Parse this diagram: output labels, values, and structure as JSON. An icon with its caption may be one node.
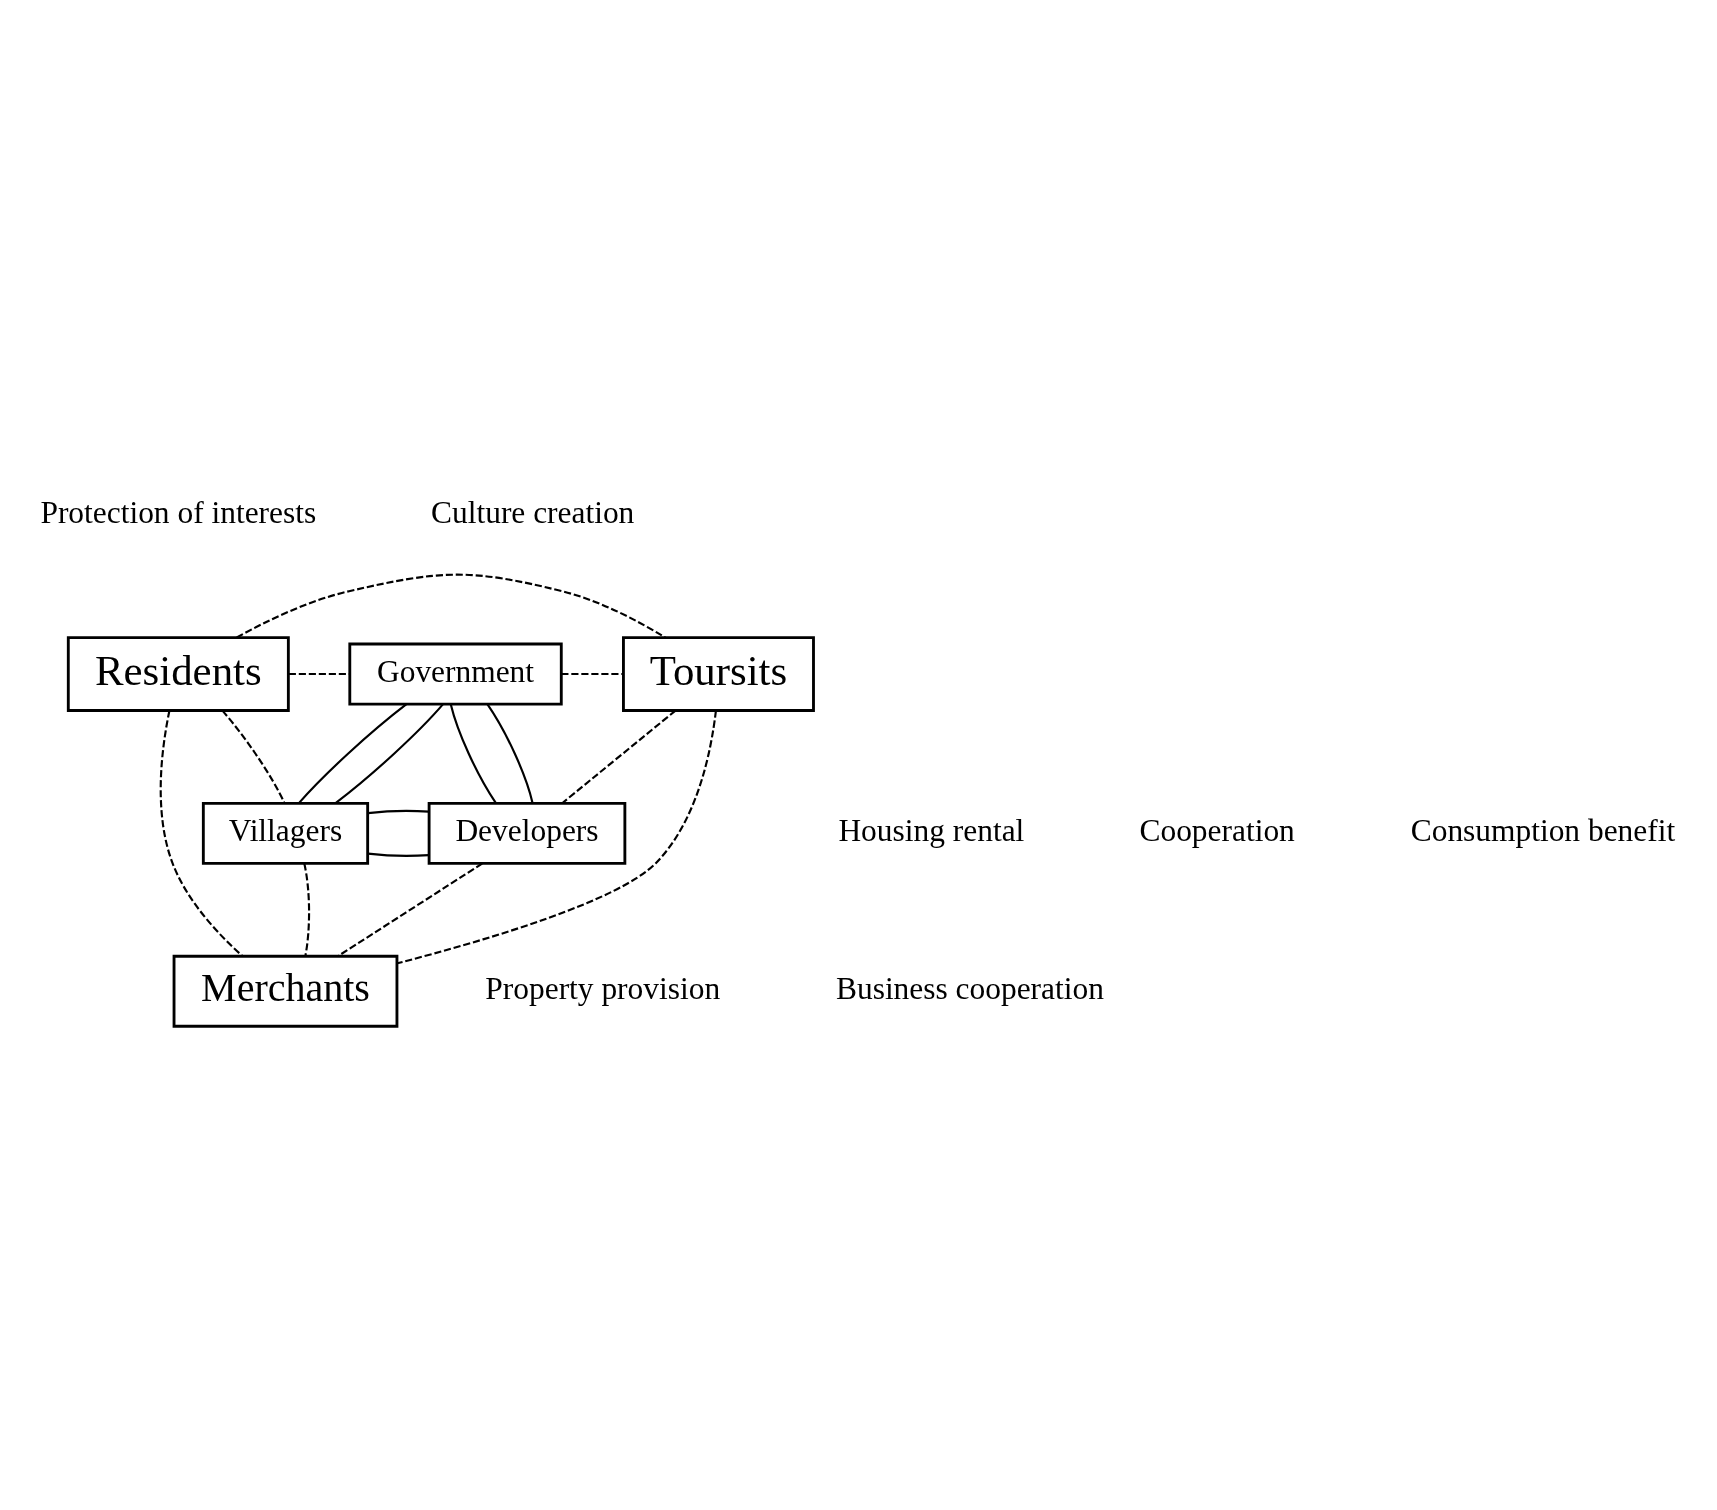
{
  "diagram": {
    "nodes": [
      {
        "text": [
          "Residents"
        ]
      },
      {
        "text": [
          "Government"
        ]
      },
      {
        "text": [
          "Toursits"
        ]
      },
      {
        "text": [
          "Villagers"
        ]
      },
      {
        "text": [
          "Developers"
        ]
      },
      {
        "text": [
          "Merchants"
        ]
      }
    ],
    "edges": [
      {
        "from": 0,
        "to": 1,
        "arrow": "none",
        "style": "dashed"
      },
      {
        "from": 1,
        "to": 2,
        "arrow": "none",
        "style": "dashed"
      },
      {
        "from": 0,
        "to": 3,
        "arrow": "none",
        "style": "dashed"
      },
      {
        "from": 2,
        "to": 4,
        "arrow": "none",
        "style": "dashed"
      },
      {
        "from": 3,
        "to": 5,
        "arrow": "none",
        "style": "dashed"
      },
      {
        "from": 4,
        "to": 5,
        "arrow": "none",
        "style": "dashed"
      },
      {
        "from": 0,
        "to": 2,
        "arrow": "none",
        "style": "dashed"
      },
      {
        "from": 0,
        "to": 5,
        "arrow": "none",
        "style": "dashed"
      },
      {
        "from": 2,
        "to": 5,
        "arrow": "none",
        "style": "dashed"
      },
      {
        "from": 1,
        "to": 3,
        "arrow": "none"
      },
      {
        "from": 1,
        "to": 4,
        "arrow": "none"
      },
      {
        "from": 3,
        "to": 4,
        "arrow": "none"
      },
      {
        "from": 1,
        "to": 3,
        "arrow": "none"
      },
      {
        "from": 1,
        "to": 4,
        "arrow": "none"
      },
      {
        "from": 3,
        "to": 4,
        "arrow": "none"
      }
    ],
    "labels": [
      "Protection of interests",
      "Culture creation",
      "Housing rental",
      "Cooperation",
      "Consumption benefit",
      "Property provision",
      "Business cooperation"
    ]
  }
}
